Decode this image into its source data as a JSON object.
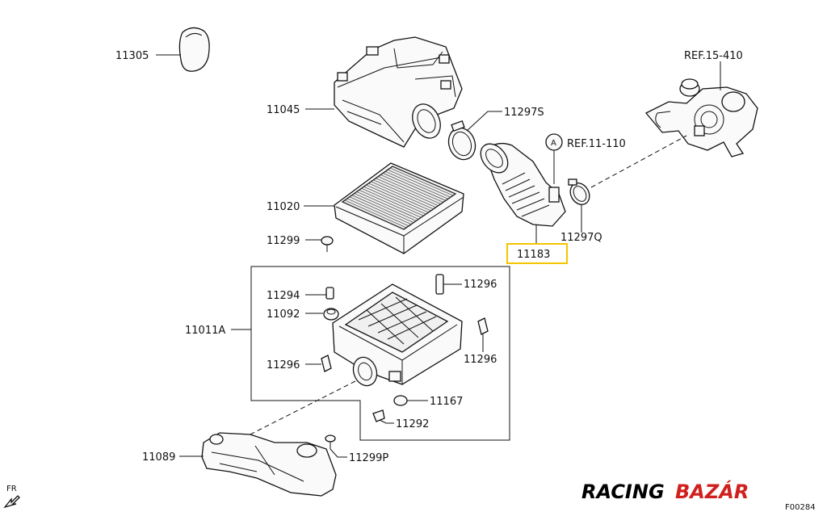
{
  "diagram": {
    "parts": {
      "p11305": "11305",
      "p11045": "11045",
      "p11297S": "11297S",
      "ref_turbo": "REF.15-410",
      "ref_a": "REF.11-110",
      "circle_a": "A",
      "p11020": "11020",
      "p11297Q": "11297Q",
      "p11183": "11183",
      "p11299": "11299",
      "p11294": "11294",
      "p11296_top": "11296",
      "p11092": "11092",
      "p11011A": "11011A",
      "p11296_right": "11296",
      "p11296_left": "11296",
      "p11167": "11167",
      "p11292": "11292",
      "p11089": "11089",
      "p11299P": "11299P"
    },
    "highlighted_part": "11183",
    "front_marker": "FR",
    "figure_code": "F00284"
  },
  "watermark": {
    "word1": "RACING",
    "word2": "BAZÁR"
  },
  "colors": {
    "highlight": "#f5c400",
    "logo_red": "#d0201e",
    "line": "#111111"
  }
}
